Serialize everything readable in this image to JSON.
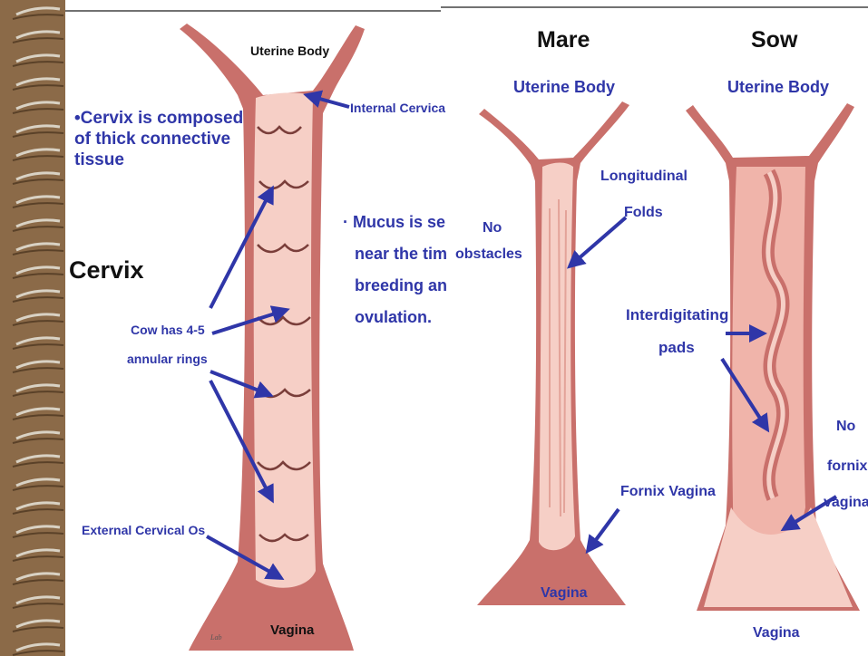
{
  "colors": {
    "tissue_dark": "#c9706b",
    "tissue_light": "#f0b4aa",
    "lumen": "#f6cfc6",
    "arrow": "#2f36a8",
    "text_blue": "#2f36a8",
    "border_wood": "#8b6a48"
  },
  "left_panel": {
    "uterine_body": "Uterine Body",
    "internal_cervical": "Internal Cervica",
    "bullet_composition": "•Cervix is composed of thick connective tissue",
    "heading": "Cervix",
    "bullet_mucus_l1": "· Mucus is se",
    "bullet_mucus_l2": "near the tim",
    "bullet_mucus_l3": "breeding an",
    "bullet_mucus_l4": "ovulation.",
    "rings_l1": "Cow has 4-5",
    "rings_l2": "annular rings",
    "external_os": "External Cervical Os",
    "vagina": "Vagina"
  },
  "mare_panel": {
    "title": "Mare",
    "uterine_body": "Uterine Body",
    "no_obstacles_l1": "No",
    "no_obstacles_l2": "obstacles",
    "folds_l1": "Longitudinal",
    "folds_l2": "Folds",
    "fornix": "Fornix Vagina",
    "vagina": "Vagina"
  },
  "sow_panel": {
    "title": "Sow",
    "uterine_body": "Uterine Body",
    "pads_l1": "Interdigitating",
    "pads_l2": "pads",
    "no_fornix_l1": "No",
    "no_fornix_l2": "fornix",
    "no_fornix_l3": "vagina",
    "vagina": "Vagina"
  }
}
